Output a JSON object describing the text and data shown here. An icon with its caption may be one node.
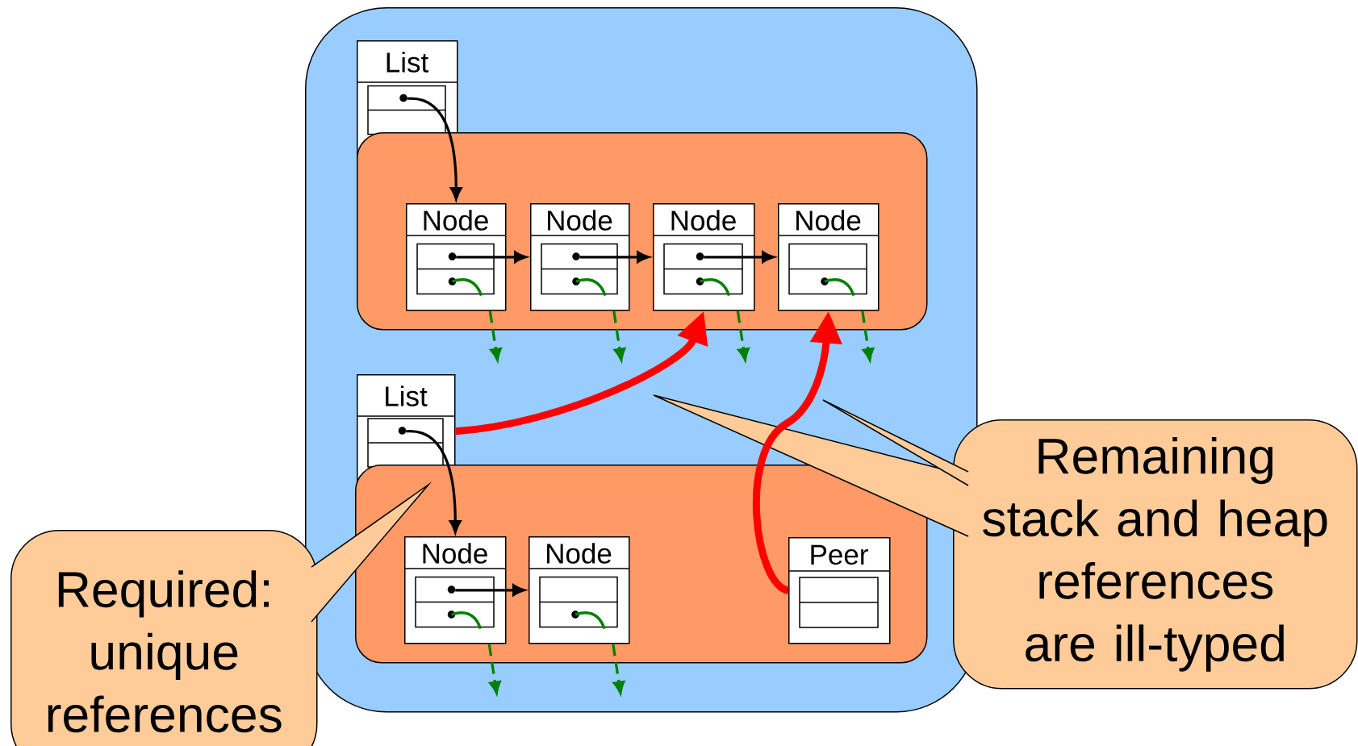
{
  "diagram": {
    "nodes": [
      {
        "text": [],
        "shape": "box"
      },
      {
        "text": [
          "List"
        ],
        "in": 0
      },
      {
        "text": [],
        "shape": "box",
        "in": 0
      },
      {
        "text": [
          "Node"
        ],
        "in": 2
      },
      {
        "text": [
          "Node"
        ],
        "in": 2
      },
      {
        "text": [
          "Node"
        ],
        "in": 2
      },
      {
        "text": [
          "Node"
        ],
        "in": 2
      },
      {
        "text": [
          "List"
        ],
        "in": 0
      },
      {
        "text": [],
        "shape": "box",
        "in": 0
      },
      {
        "text": [
          "Node"
        ],
        "in": 8
      },
      {
        "text": [
          "Node"
        ],
        "in": 8
      },
      {
        "text": [
          "Peer"
        ],
        "in": 8
      },
      {
        "text": [
          "Required: unique references"
        ]
      },
      {
        "text": [
          "Remaining stack and heap references are ill-typed"
        ]
      }
    ],
    "edges": [
      {
        "from": 1,
        "to": 3,
        "arrow": "to"
      },
      {
        "from": 3,
        "to": 4,
        "arrow": "to"
      },
      {
        "from": 4,
        "to": 5,
        "arrow": "to"
      },
      {
        "from": 5,
        "to": 6,
        "arrow": "to"
      },
      {
        "from": 7,
        "to": 9,
        "arrow": "to"
      },
      {
        "from": 9,
        "to": 10,
        "arrow": "to"
      },
      {
        "from": 7,
        "to": 5,
        "arrow": "to",
        "style": "thick",
        "color": "#ff0000"
      },
      {
        "from": 11,
        "to": 6,
        "arrow": "to",
        "style": "thick",
        "color": "#ff0000"
      },
      {
        "from": 3,
        "to": null,
        "arrow": "to",
        "style": "dashed",
        "color": "#008000"
      },
      {
        "from": 4,
        "to": null,
        "arrow": "to",
        "style": "dashed",
        "color": "#008000"
      },
      {
        "from": 5,
        "to": null,
        "arrow": "to",
        "style": "dashed",
        "color": "#008000"
      },
      {
        "from": 6,
        "to": null,
        "arrow": "to",
        "style": "dashed",
        "color": "#008000"
      },
      {
        "from": 9,
        "to": null,
        "arrow": "to",
        "style": "dashed",
        "color": "#008000"
      },
      {
        "from": 10,
        "to": null,
        "arrow": "to",
        "style": "dashed",
        "color": "#008000"
      }
    ]
  }
}
